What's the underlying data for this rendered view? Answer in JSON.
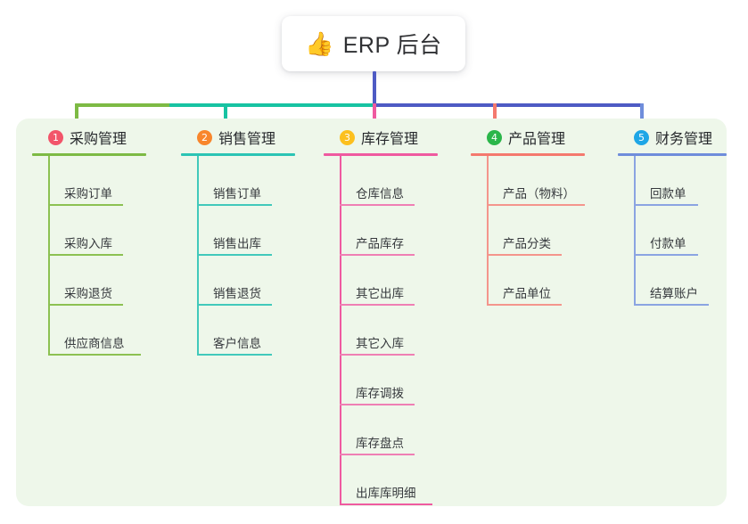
{
  "title": {
    "icon": "thumbs-up-emoji",
    "emoji": "👍",
    "text": "ERP 后台"
  },
  "colors": {
    "panel_bg": "#eef7ea",
    "page_bg": "#ffffff",
    "title_text": "#2f3033",
    "stem": "#4e5bc4",
    "bus_green": "#7dba44",
    "bus_teal": "#17c3a2",
    "bus_blue": "#4e5bc4",
    "col1": "#7dba44",
    "col2": "#2bc4b4",
    "col3": "#ef5aa0",
    "col4": "#f4796e",
    "col5": "#6f8ddb",
    "badge1": "#f2556a",
    "badge2": "#f8862c",
    "badge3": "#fcc01e",
    "badge4": "#2bb64a",
    "badge5": "#1ea6e6"
  },
  "columns": [
    {
      "index": "1",
      "label": "采购管理",
      "badge_color": "#f2556a",
      "line_color": "#7dba44",
      "items": [
        "采购订单",
        "采购入库",
        "采购退货",
        "供应商信息"
      ]
    },
    {
      "index": "2",
      "label": "销售管理",
      "badge_color": "#f8862c",
      "line_color": "#2bc4b4",
      "items": [
        "销售订单",
        "销售出库",
        "销售退货",
        "客户信息"
      ]
    },
    {
      "index": "3",
      "label": "库存管理",
      "badge_color": "#fcc01e",
      "line_color": "#ef5aa0",
      "items": [
        "仓库信息",
        "产品库存",
        "其它出库",
        "其它入库",
        "库存调拨",
        "库存盘点",
        "出库库明细"
      ]
    },
    {
      "index": "4",
      "label": "产品管理",
      "badge_color": "#2bb64a",
      "line_color": "#f4796e",
      "items": [
        "产品（物料）",
        "产品分类",
        "产品单位"
      ]
    },
    {
      "index": "5",
      "label": "财务管理",
      "badge_color": "#1ea6e6",
      "line_color": "#6f8ddb",
      "items": [
        "回款单",
        "付款单",
        "结算账户"
      ]
    }
  ]
}
